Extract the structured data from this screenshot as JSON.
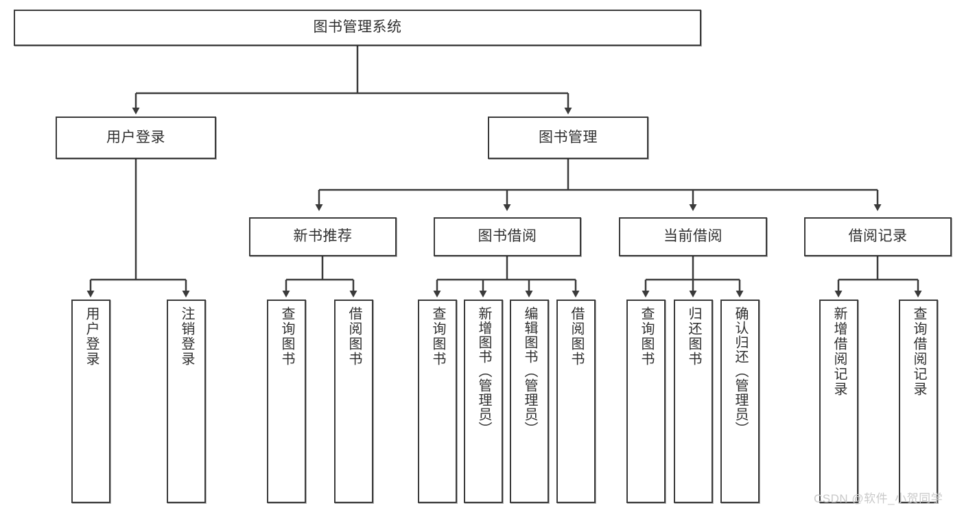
{
  "diagram": {
    "type": "tree-hierarchy",
    "title": "图书管理系统",
    "root": {
      "id": "root",
      "label": "图书管理系统"
    },
    "level2": [
      {
        "id": "user-login",
        "label": "用户登录"
      },
      {
        "id": "book-management",
        "label": "图书管理"
      }
    ],
    "level3": [
      {
        "id": "new-book-recommend",
        "label": "新书推荐",
        "parent": "book-management"
      },
      {
        "id": "book-borrow",
        "label": "图书借阅",
        "parent": "book-management"
      },
      {
        "id": "current-borrow",
        "label": "当前借阅",
        "parent": "book-management"
      },
      {
        "id": "borrow-record",
        "label": "借阅记录",
        "parent": "book-management"
      }
    ],
    "leaves": [
      {
        "id": "leaf-user-login",
        "label": "用户登录",
        "parent": "user-login"
      },
      {
        "id": "leaf-logout",
        "label": "注销登录",
        "parent": "user-login"
      },
      {
        "id": "leaf-query-book-1",
        "label": "查询图书",
        "parent": "new-book-recommend"
      },
      {
        "id": "leaf-borrow-book-1",
        "label": "借阅图书",
        "parent": "new-book-recommend"
      },
      {
        "id": "leaf-query-book-2",
        "label": "查询图书",
        "parent": "book-borrow"
      },
      {
        "id": "leaf-add-book",
        "label": "新增图书（管理员）",
        "parent": "book-borrow"
      },
      {
        "id": "leaf-edit-book",
        "label": "编辑图书（管理员）",
        "parent": "book-borrow"
      },
      {
        "id": "leaf-borrow-book-2",
        "label": "借阅图书",
        "parent": "book-borrow"
      },
      {
        "id": "leaf-query-book-3",
        "label": "查询图书",
        "parent": "current-borrow"
      },
      {
        "id": "leaf-return-book",
        "label": "归还图书",
        "parent": "current-borrow"
      },
      {
        "id": "leaf-confirm-return",
        "label": "确认归还（管理员）",
        "parent": "current-borrow"
      },
      {
        "id": "leaf-add-record",
        "label": "新增借阅记录",
        "parent": "borrow-record"
      },
      {
        "id": "leaf-query-record",
        "label": "查询借阅记录",
        "parent": "borrow-record"
      }
    ],
    "watermark": "CSDN @软件_小贺同学",
    "colors": {
      "stroke": "#3a3a3a",
      "text": "#2f2f2f",
      "background": "#ffffff",
      "watermark": "#c9c9c9"
    }
  }
}
